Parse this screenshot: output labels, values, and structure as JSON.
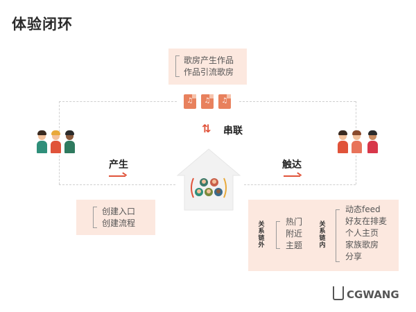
{
  "title": "体验闭环",
  "top_box": {
    "lines": [
      "歌房产生作品",
      "作品引流歌房"
    ]
  },
  "left_box": {
    "lines": [
      "创建入口",
      "创建流程"
    ]
  },
  "right_box": {
    "outer_label": "关系链外",
    "outer_items": [
      "热门",
      "附近",
      "主题"
    ],
    "inner_label": "关系链内",
    "inner_items": [
      "动态feed",
      "好友在排麦",
      "个人主页",
      "家族歌房",
      "分享"
    ]
  },
  "labels": {
    "produce": "产生",
    "reach": "触达",
    "chain": "串联"
  },
  "icons": {
    "music_file": "♫",
    "swap_arrows": "⇅"
  },
  "colors": {
    "accent": "#e0533a",
    "box_fill": "#fce8df",
    "doc": "#e8815d"
  },
  "logo": {
    "text": "CGWANG"
  }
}
